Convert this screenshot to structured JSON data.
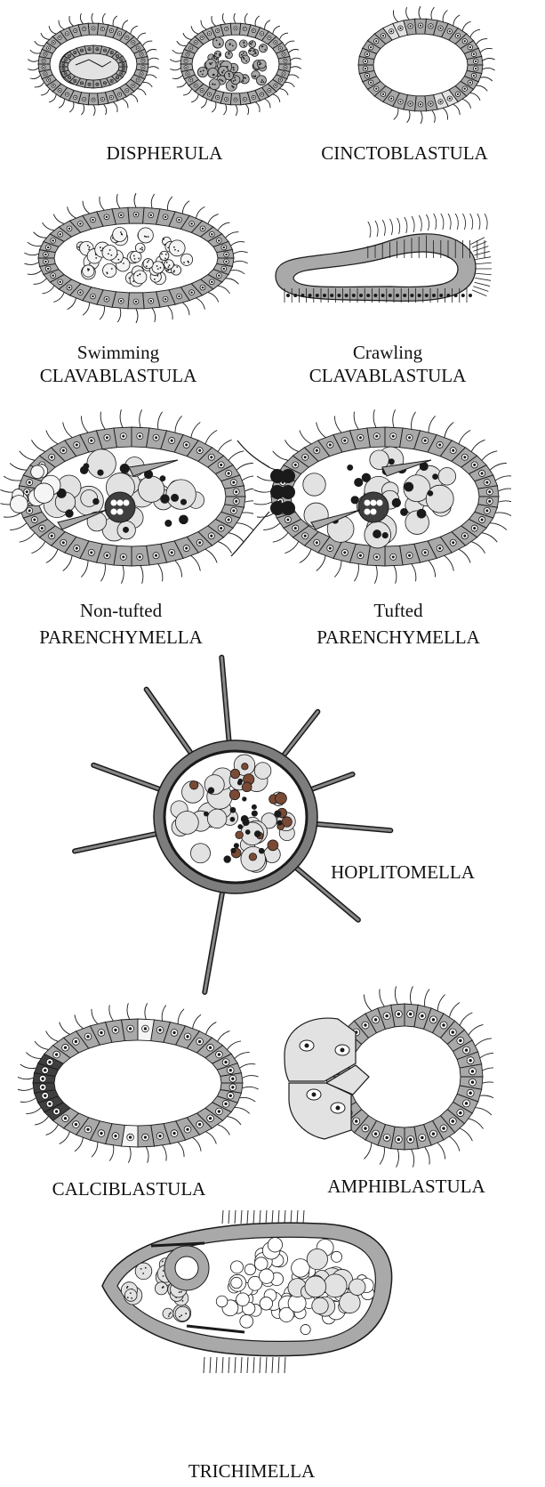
{
  "labels": {
    "dispherula": "DISPHERULA",
    "cinctoblastula": "CINCTOBLASTULA",
    "swimming_clava_top": "Swimming",
    "swimming_clava_bottom": "CLAVABLASTULA",
    "crawling_clava_top": "Crawling",
    "crawling_clava_bottom": "CLAVABLASTULA",
    "nontufted_top": "Non-tufted",
    "nontufted_bottom": "PARENCHYMELLA",
    "tufted_top": "Tufted",
    "tufted_bottom": "PARENCHYMELLA",
    "hoplitomella": "HOPLITOMELLA",
    "calciblastula": "CALCIBLASTULA",
    "amphiblastula": "AMPHIBLASTULA",
    "trichimella": "TRICHIMELLA"
  },
  "colors": {
    "cell_fill": "#a9a9a9",
    "light_cell": "#e2e2e2",
    "outline": "#1a1a1a",
    "dark_cell": "#3f3f3f",
    "brown_granule": "#7a4a35",
    "background": "#ffffff"
  }
}
